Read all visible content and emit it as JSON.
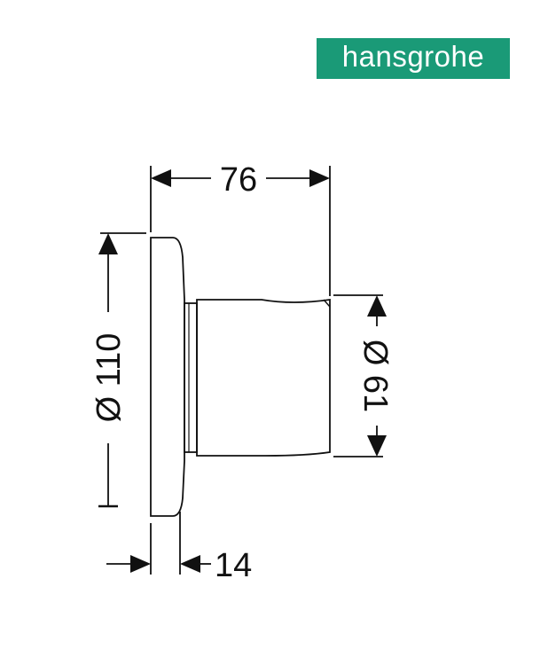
{
  "brand": {
    "name": "hansgrohe",
    "color": "#1a9a77",
    "text_color": "#ffffff"
  },
  "dimensions": {
    "depth": "76",
    "plate_diameter": "Ø 110",
    "handle_diameter": "Ø 61",
    "plate_thickness": "14"
  },
  "line_color": "#111111"
}
